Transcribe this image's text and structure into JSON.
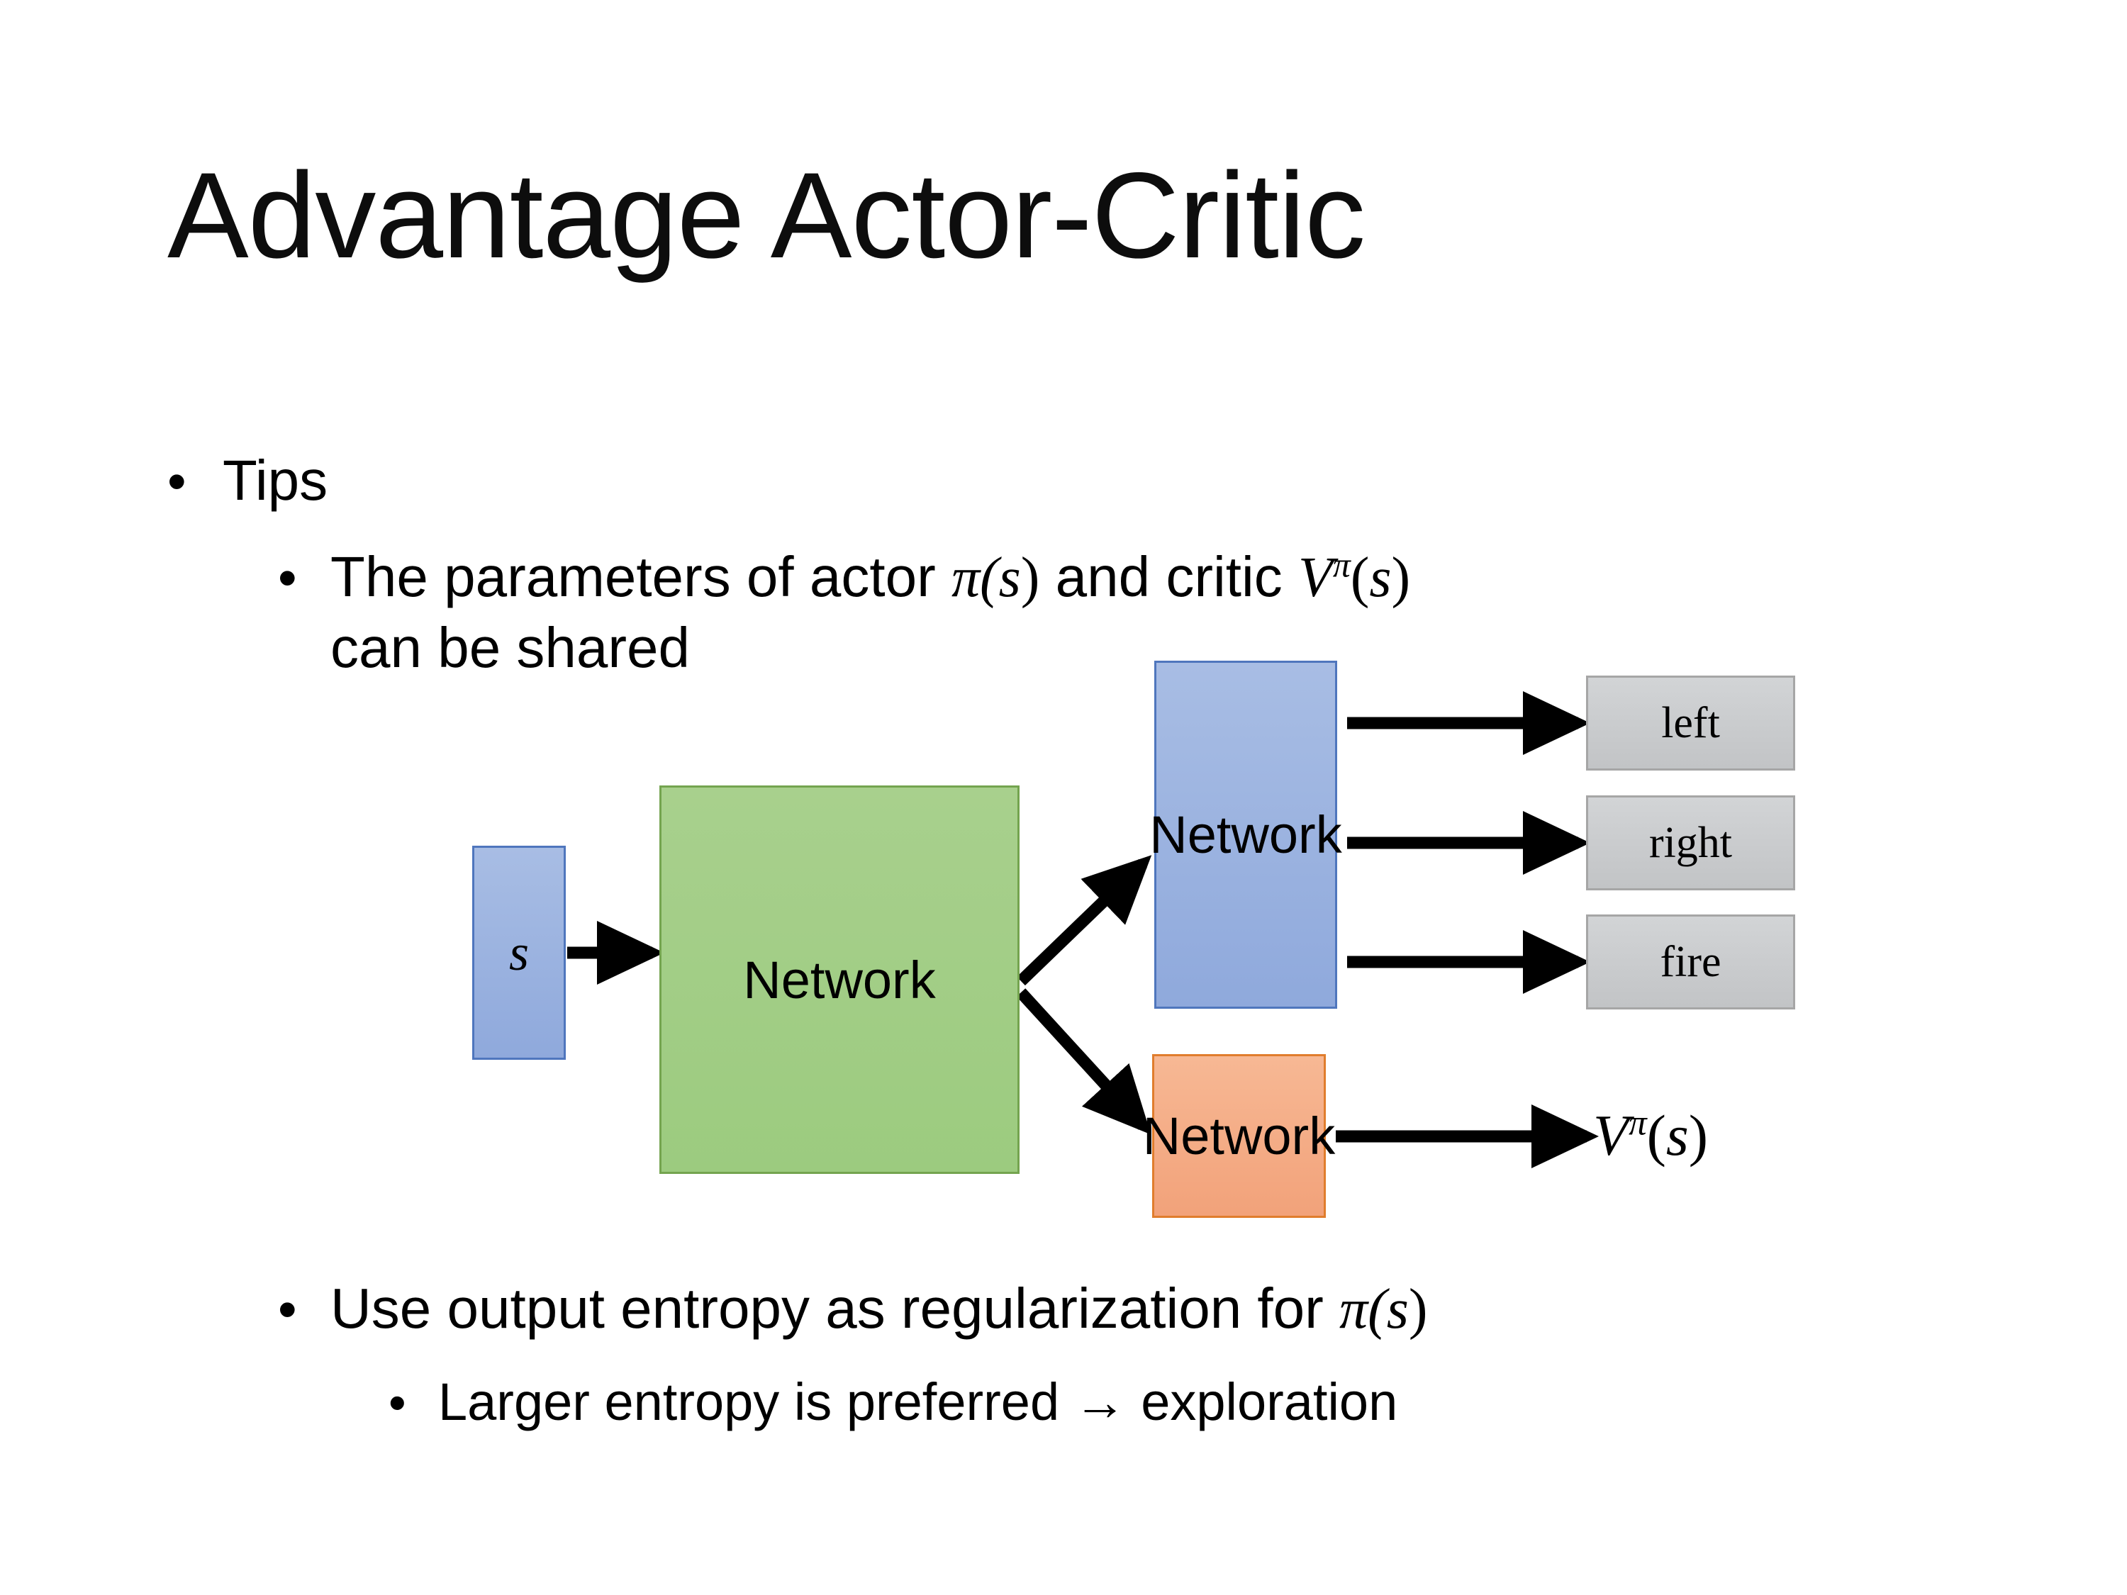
{
  "slide": {
    "title": "Advantage Actor-Critic",
    "background_color": "#ffffff",
    "text_color": "#000000"
  },
  "bullets": {
    "level1_tips": "Tips",
    "level2_shared_line1_prefix": "The parameters of actor ",
    "level2_shared_math_actor_open": "π(",
    "level2_shared_math_actor_var": "s",
    "level2_shared_math_actor_close": ")",
    "level2_shared_middle": "  and critic ",
    "level2_shared_math_critic_V": "V",
    "level2_shared_math_critic_sup": "π",
    "level2_shared_math_critic_open": "(",
    "level2_shared_math_critic_var": "s",
    "level2_shared_math_critic_close": ")",
    "level2_shared_line2": "can be shared",
    "level2_entropy_prefix": "Use output entropy as regularization for ",
    "level2_entropy_math_open": "π(",
    "level2_entropy_math_var": "s",
    "level2_entropy_math_close": ")",
    "level3_larger": "Larger entropy is preferred → exploration",
    "bullet_glyph": "•"
  },
  "diagram": {
    "input_box": {
      "label": "s",
      "fill": "#9cb4e0",
      "border": "#4f76bd"
    },
    "shared_network": {
      "label": "Network",
      "fill": "#a2ce86",
      "border": "#74a44f"
    },
    "actor_network": {
      "label": "Network",
      "fill": "#9cb4e0",
      "border": "#4f76bd"
    },
    "critic_network": {
      "label": "Network",
      "fill": "#f4ae87",
      "border": "#e07d2d"
    },
    "action_outputs": [
      {
        "label": "left",
        "fill": "#c9cbcd",
        "border": "#a6a6a6"
      },
      {
        "label": "right",
        "fill": "#c9cbcd",
        "border": "#a6a6a6"
      },
      {
        "label": "fire",
        "fill": "#c9cbcd",
        "border": "#a6a6a6"
      }
    ],
    "value_output": {
      "V": "V",
      "superscript": "π",
      "open": "(",
      "var": "s",
      "close": ")"
    },
    "arrow_color": "#000000"
  }
}
